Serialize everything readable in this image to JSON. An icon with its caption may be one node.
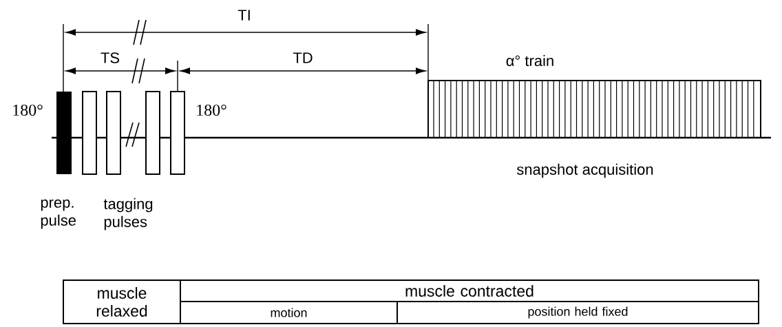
{
  "diagram": {
    "nodes": [
      {
        "text": [
          "muscle relaxed"
        ]
      },
      {
        "text": [
          "muscle contracted"
        ]
      },
      {
        "text": [
          "motion"
        ]
      },
      {
        "text": [
          "position held fixed"
        ]
      }
    ],
    "labels": [
      "TI",
      "TS",
      "TD",
      "α° train",
      "180°",
      "180°",
      "snapshot acquisition",
      "prep. pulse",
      "tagging pulses"
    ]
  }
}
